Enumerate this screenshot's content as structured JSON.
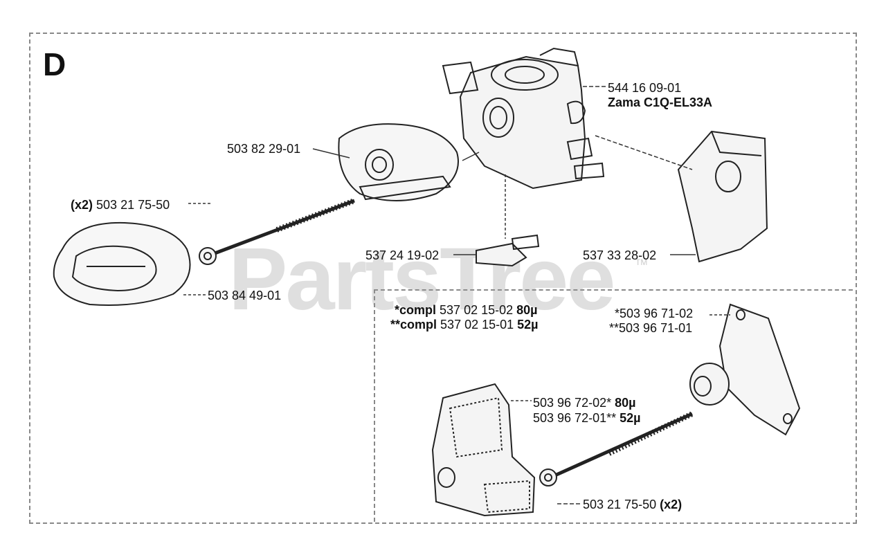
{
  "section_letter": "D",
  "watermark": {
    "text": "PartsTree",
    "tm": "TM"
  },
  "labels": {
    "carb_part": "544 16 09-01",
    "carb_model": "Zama C1Q-EL33A",
    "p1": "503 82 29-01",
    "p2_qty": "(x2)",
    "p2": "503 21 75-50",
    "p3": "537 24 19-02",
    "p4": "537 33 28-02",
    "p5": "503 84 49-01",
    "compl_a_prefix": "*compl",
    "compl_a_num": "537 02 15-02",
    "compl_a_micron": "80µ",
    "compl_b_prefix": "**compl",
    "compl_b_num": "537 02 15-01",
    "compl_b_micron": "52µ",
    "p6a": "*503 96 71-02",
    "p6b": "**503 96 71-01",
    "p7a_num": "503 96 72-02*",
    "p7a_micron": "80µ",
    "p7b_num": "503 96 72-01**",
    "p7b_micron": "52µ",
    "p8": "503 21 75-50",
    "p8_qty": "(x2)"
  }
}
